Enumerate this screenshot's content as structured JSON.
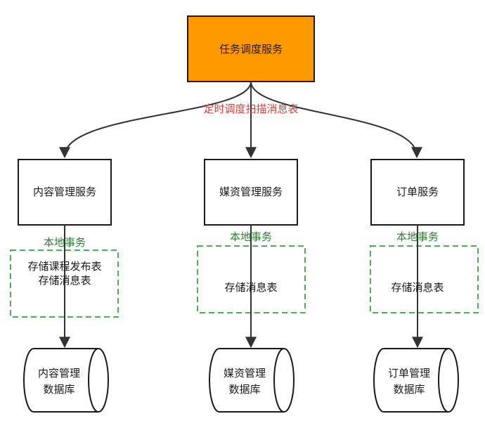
{
  "scheduler": {
    "label": "任务调度服务",
    "fill": "#ff9900"
  },
  "schedule_label": "定时调度扫描消息表",
  "services": [
    {
      "name": "内容管理服务",
      "tx_label": "本地事务",
      "tx_lines": [
        "存储课程发布表",
        "存储消息表"
      ],
      "db_lines": [
        "内容管理",
        "数据库"
      ]
    },
    {
      "name": "媒资管理服务",
      "tx_label": "本地事务",
      "tx_lines": [
        "存储消息表"
      ],
      "db_lines": [
        "媒资管理",
        "数据库"
      ]
    },
    {
      "name": "订单服务",
      "tx_label": "本地事务",
      "tx_lines": [
        "存储消息表"
      ],
      "db_lines": [
        "订单管理",
        "数据库"
      ]
    }
  ],
  "colors": {
    "accent_red": "#e03c3c",
    "tx_green": "#2e7d32",
    "dash_green": "#4caf50",
    "stroke": "#333333"
  }
}
